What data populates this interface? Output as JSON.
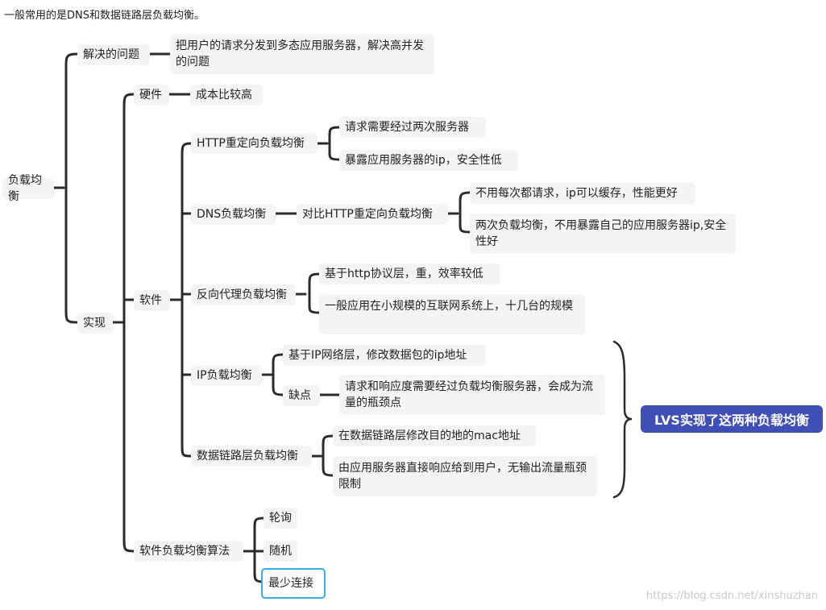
{
  "intro": "一般常用的是DNS和数据链路层负载均衡。",
  "root": "负载均衡",
  "problem": {
    "label": "解决的问题",
    "desc": "把用户的请求分发到多态应用服务器，解决高并发的问题"
  },
  "impl": {
    "label": "实现",
    "hardware": {
      "label": "硬件",
      "note": "成本比较高"
    },
    "software": {
      "label": "软件",
      "http": {
        "label": "HTTP重定向负载均衡",
        "items": [
          "请求需要经过两次服务器",
          "暴露应用服务器的ip，安全性低"
        ]
      },
      "dns": {
        "label": "DNS负载均衡",
        "compare": "对比HTTP重定向负载均衡",
        "items": [
          "不用每次都请求，ip可以缓存，性能更好",
          "两次负载均衡，不用暴露自己的应用服务器ip,安全性好"
        ]
      },
      "proxy": {
        "label": "反向代理负载均衡",
        "items": [
          "基于http协议层，重，效率较低",
          "一般应用在小规模的互联网系统上，十几台的规模"
        ]
      },
      "ip": {
        "label": "IP负载均衡",
        "item": "基于IP网络层，修改数据包的ip地址",
        "flaw": {
          "label": "缺点",
          "desc": "请求和响应度需要经过负载均衡服务器，会成为流量的瓶颈点"
        }
      },
      "datalink": {
        "label": "数据链路层负载均衡",
        "items": [
          "在数据链路层修改目的地的mac地址",
          "由应用服务器直接响应给到用户，无输出流量瓶颈限制"
        ]
      }
    },
    "algorithm": {
      "label": "软件负载均衡算法",
      "items": [
        "轮询",
        "随机",
        "最少连接"
      ]
    }
  },
  "lvs_note": "LVS实现了这两种负载均衡",
  "colors": {
    "line": "#2b2b2b",
    "node_bg": "#f4f4f4",
    "lvs_bg": "#3f4fb5",
    "selected_border": "#3ba7e6"
  },
  "watermark": "https://blog.csdn.net/xinshuzhan"
}
